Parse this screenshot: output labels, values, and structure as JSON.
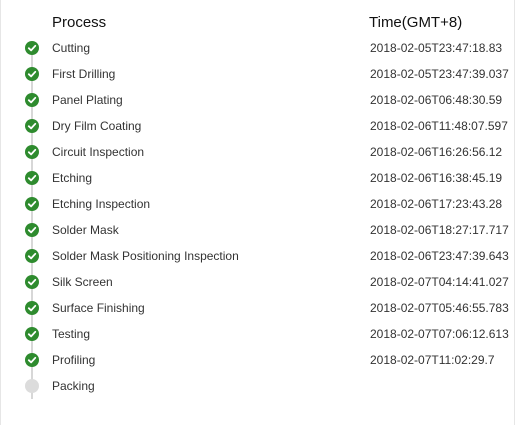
{
  "header": {
    "process_label": "Process",
    "time_label": "Time(GMT+8)"
  },
  "colors": {
    "done": "#2e8b2e",
    "pending": "#dcdcdc",
    "connector": "#d7d7d7"
  },
  "steps": [
    {
      "name": "Cutting",
      "time": "2018-02-05T23:47:18.83",
      "status": "done",
      "icon": "check-icon"
    },
    {
      "name": "First Drilling",
      "time": "2018-02-05T23:47:39.037",
      "status": "done",
      "icon": "check-icon"
    },
    {
      "name": "Panel Plating",
      "time": "2018-02-06T06:48:30.59",
      "status": "done",
      "icon": "check-icon"
    },
    {
      "name": "Dry Film Coating",
      "time": "2018-02-06T11:48:07.597",
      "status": "done",
      "icon": "check-icon"
    },
    {
      "name": "Circuit Inspection",
      "time": "2018-02-06T16:26:56.12",
      "status": "done",
      "icon": "check-icon"
    },
    {
      "name": "Etching",
      "time": "2018-02-06T16:38:45.19",
      "status": "done",
      "icon": "check-icon"
    },
    {
      "name": "Etching Inspection",
      "time": "2018-02-06T17:23:43.28",
      "status": "done",
      "icon": "check-icon"
    },
    {
      "name": "Solder Mask",
      "time": "2018-02-06T18:27:17.717",
      "status": "done",
      "icon": "check-icon"
    },
    {
      "name": "Solder Mask Positioning Inspection",
      "time": "2018-02-06T23:47:39.643",
      "status": "done",
      "icon": "check-icon"
    },
    {
      "name": "Silk Screen",
      "time": "2018-02-07T04:14:41.027",
      "status": "done",
      "icon": "check-icon"
    },
    {
      "name": "Surface Finishing",
      "time": "2018-02-07T05:46:55.783",
      "status": "done",
      "icon": "check-icon"
    },
    {
      "name": "Testing",
      "time": "2018-02-07T07:06:12.613",
      "status": "done",
      "icon": "check-icon"
    },
    {
      "name": "Profiling",
      "time": "2018-02-07T11:02:29.7",
      "status": "done",
      "icon": "check-icon"
    },
    {
      "name": "Packing",
      "time": "",
      "status": "pending",
      "icon": "pending-dot-icon"
    }
  ]
}
